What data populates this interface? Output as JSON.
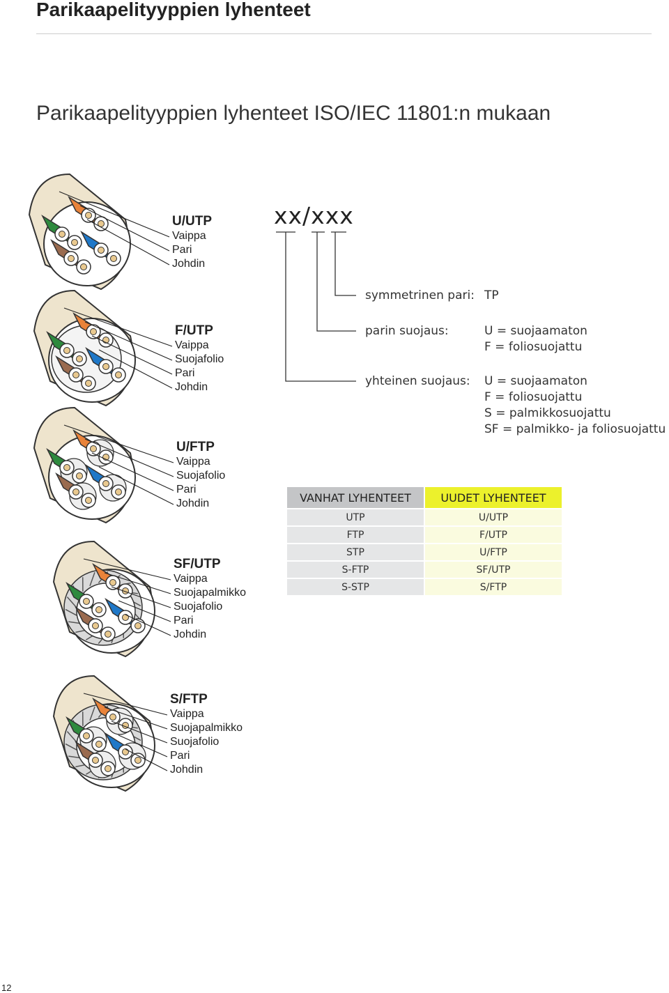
{
  "page": {
    "title": "Parikaapelityyppien lyhenteet",
    "subtitle": "Parikaapelityyppien lyhenteet ISO/IEC 11801:n mukaan",
    "number": "12"
  },
  "cables": [
    {
      "name": "U/UTP",
      "layers": [
        "Vaippa",
        "Pari",
        "Johdin"
      ]
    },
    {
      "name": "F/UTP",
      "layers": [
        "Vaippa",
        "Suojafolio",
        "Pari",
        "Johdin"
      ]
    },
    {
      "name": "U/FTP",
      "layers": [
        "Vaippa",
        "Suojafolio",
        "Pari",
        "Johdin"
      ]
    },
    {
      "name": "SF/UTP",
      "layers": [
        "Vaippa",
        "Suojapalmikko",
        "Suojafolio",
        "Pari",
        "Johdin"
      ]
    },
    {
      "name": "S/FTP",
      "layers": [
        "Vaippa",
        "Suojapalmikko",
        "Suojafolio",
        "Pari",
        "Johdin"
      ]
    }
  ],
  "diagram": {
    "code": "xx/xxx",
    "pair_label": "symmetrinen pari:",
    "pair_value": "TP",
    "pair_shield_label": "parin suojaus:",
    "pair_shield_options": [
      "U = suojaamaton",
      "F = foliosuojattu"
    ],
    "common_shield_label": "yhteinen suojaus:",
    "common_shield_options": [
      "U = suojaamaton",
      "F = foliosuojattu",
      "S = palmikkosuojattu",
      "SF = palmikko- ja foliosuojattu"
    ]
  },
  "table": {
    "old_header": "VANHAT LYHENTEET",
    "new_header": "UUDET LYHENTEET",
    "rows": [
      {
        "old": "UTP",
        "new": "U/UTP"
      },
      {
        "old": "FTP",
        "new": "F/UTP"
      },
      {
        "old": "STP",
        "new": "U/FTP"
      },
      {
        "old": "S-FTP",
        "new": "SF/UTP"
      },
      {
        "old": "S-STP",
        "new": "S/FTP"
      }
    ]
  },
  "colors": {
    "jacket": "#eee4cd",
    "green": "#2e8a3e",
    "orange": "#e9833a",
    "blue": "#1f78c8",
    "brown": "#9a6b4f",
    "copper": "#e9c98f",
    "old_header": "#c4c5c7",
    "new_header": "#ecf12c"
  }
}
